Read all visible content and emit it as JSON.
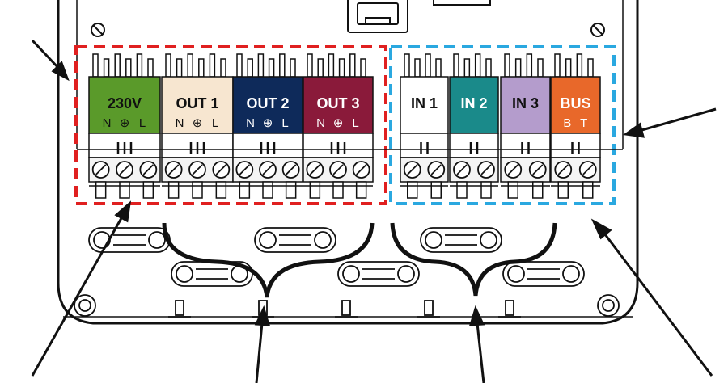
{
  "blocks": [
    {
      "label": "230V",
      "sub": [
        "N",
        "⊕",
        "L"
      ],
      "fill": "#5a9a2a",
      "text": "#111111"
    },
    {
      "label": "OUT 1",
      "sub": [
        "N",
        "⊕",
        "L"
      ],
      "fill": "#f7e6d0",
      "text": "#111111"
    },
    {
      "label": "OUT 2",
      "sub": [
        "N",
        "⊕",
        "L"
      ],
      "fill": "#0e2a5a",
      "text": "#ffffff"
    },
    {
      "label": "OUT 3",
      "sub": [
        "N",
        "⊕",
        "L"
      ],
      "fill": "#8a1a3a",
      "text": "#ffffff"
    },
    {
      "label": "IN 1",
      "sub": [],
      "fill": "#ffffff",
      "text": "#111111"
    },
    {
      "label": "IN 2",
      "sub": [],
      "fill": "#1a8a8a",
      "text": "#ffffff"
    },
    {
      "label": "IN 3",
      "sub": [],
      "fill": "#b49ccc",
      "text": "#111111"
    },
    {
      "label": "BUS",
      "sub": [
        "B",
        "T"
      ],
      "fill": "#e8682a",
      "text": "#ffffff"
    }
  ],
  "colors": {
    "power_group_outline": "#e02020",
    "signal_group_outline": "#2aa8e0",
    "line": "#111111"
  },
  "icons": [
    "screw-icon",
    "rj-socket-icon",
    "cable-gland-icon",
    "arrow-icon",
    "brace-icon"
  ]
}
